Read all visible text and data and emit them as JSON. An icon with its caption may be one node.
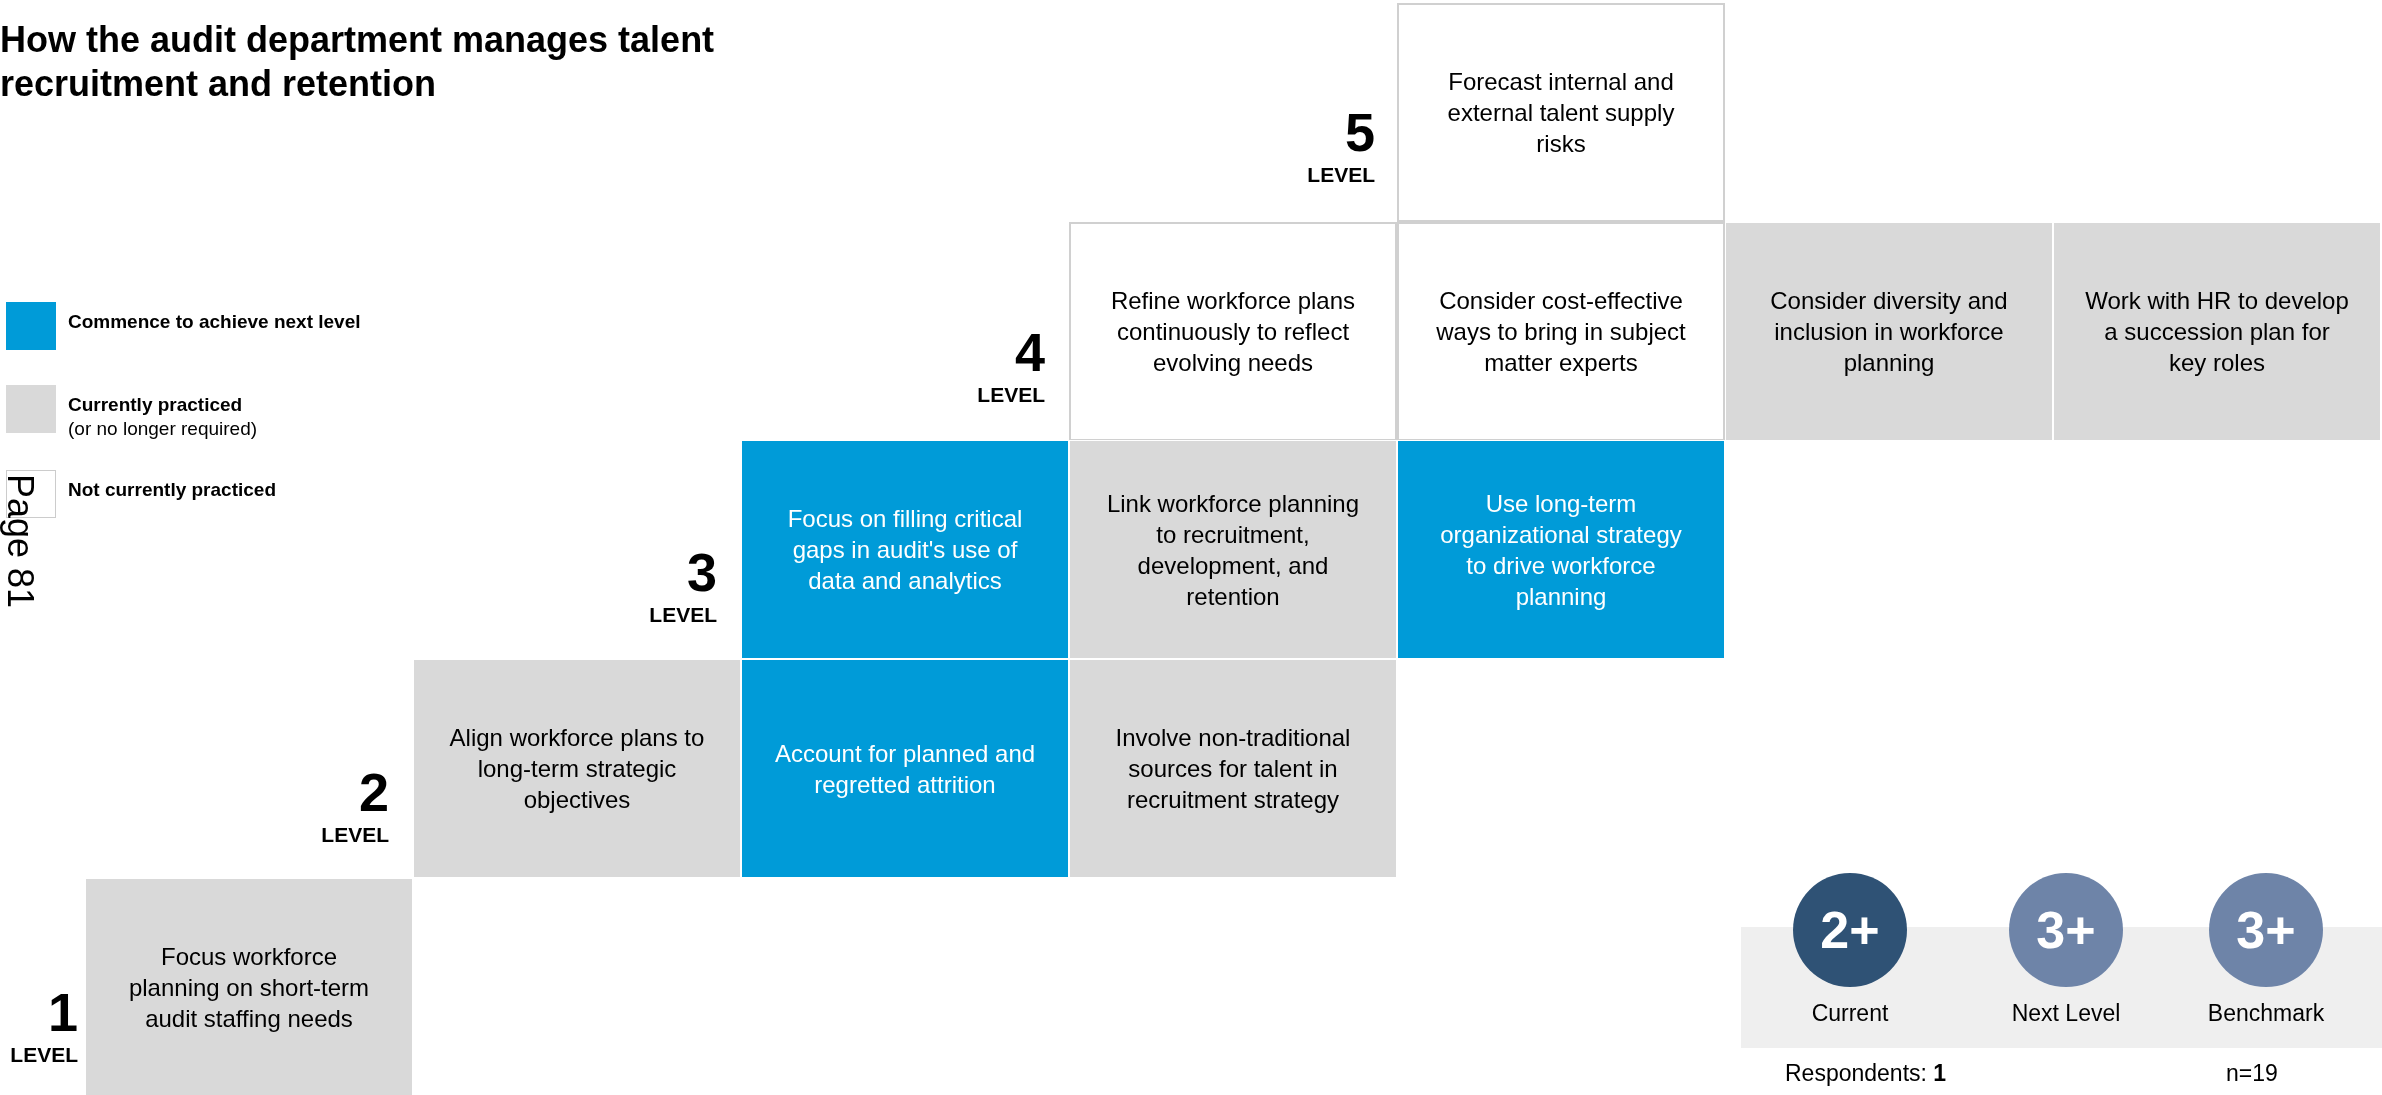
{
  "diagram": {
    "title": "How the audit department manages talent recruitment and retention",
    "nodes": [
      {
        "text": [
          "Forecast internal and external talent supply risks"
        ]
      },
      {
        "text": [
          "Refine workforce plans continuously to reflect evolving needs"
        ]
      },
      {
        "text": [
          "Consider cost-effective ways to bring in subject matter experts"
        ]
      },
      {
        "text": [
          "Consider diversity and inclusion in workforce planning"
        ]
      },
      {
        "text": [
          "Work with HR to develop a succession plan for key roles"
        ]
      },
      {
        "text": [
          "Focus on filling critical gaps in audit's use of data and analytics"
        ]
      },
      {
        "text": [
          "Link workforce planning to recruitment, development, and retention"
        ]
      },
      {
        "text": [
          "Use long-term organizational strategy to drive workforce planning"
        ]
      },
      {
        "text": [
          "Align workforce plans to long-term strategic objectives"
        ]
      },
      {
        "text": [
          "Account for planned and regretted attrition"
        ]
      },
      {
        "text": [
          "Involve non-traditional sources for talent in recruitment strategy"
        ]
      },
      {
        "text": [
          "Focus workforce planning on short-term audit staffing needs"
        ]
      },
      {
        "text": [
          "2+"
        ],
        "beside": [
          "Current"
        ]
      },
      {
        "text": [
          "3+"
        ],
        "beside": [
          "Next Level"
        ]
      },
      {
        "text": [
          "3+"
        ],
        "beside": [
          "Benchmark"
        ]
      }
    ],
    "edges": [],
    "labels": [
      "5",
      "LEVEL",
      "4",
      "LEVEL",
      "Page 81",
      "3",
      "LEVEL",
      "2",
      "LEVEL",
      "1",
      "LEVEL",
      "Respondents: **1**",
      "n=19"
    ],
    "legend": [
      {
        "text": "Commence to achieve next level",
        "color": "#009bd8"
      },
      {
        "text": "Currently practiced (or no longer required)",
        "color": "#d9d9d9"
      },
      {
        "text": "Not currently practiced",
        "color": "#ffffff"
      }
    ]
  }
}
